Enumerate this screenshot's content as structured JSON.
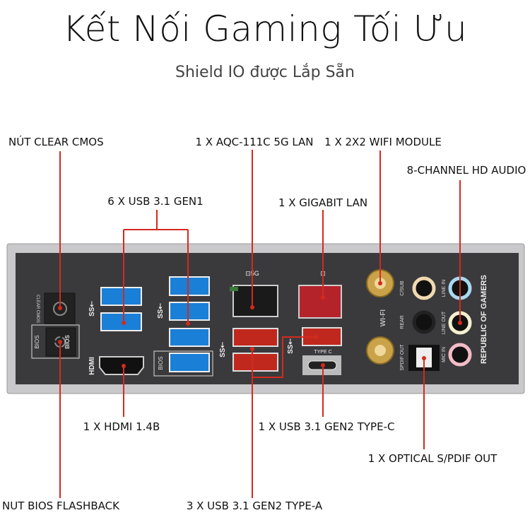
{
  "header": {
    "title": "Kết Nối Gaming Tối Ưu",
    "subtitle": "Shield IO được Lắp Sẵn"
  },
  "callouts": {
    "clear_cmos": "NÚT CLEAR CMOS",
    "aqc_lan": "1 X AQC-111C 5G LAN",
    "wifi": "1 X 2X2 WIFI MODULE",
    "audio": "8-CHANNEL HD AUDIO",
    "usb_gen1": "6 X USB 3.1 GEN1",
    "gigabit_lan": "1 X GIGABIT LAN",
    "hdmi": "1 X HDMI 1.4B",
    "type_c": "1 X USB 3.1 GEN2 TYPE-C",
    "optical": "1 X OPTICAL S/PDIF OUT",
    "bios_flashback": "NUT BIOS FLASHBACK",
    "usb_gen2_a": "3 X USB 3.1 GEN2 TYPE-A"
  },
  "panel_labels": {
    "clear_cmos": "CLEAR CMOS",
    "bios": "BIOS",
    "hdmi": "HDMI",
    "type_c": "TYPE C",
    "wifi": "WI-FI",
    "c_sub": "C/SUB",
    "rear": "REAR",
    "spdif": "SPDIF OUT",
    "line_in": "LINE IN",
    "line_out": "LINE OUT",
    "mic_in": "MIC IN",
    "brand": "REPUBLIC OF GAMERS"
  },
  "colors": {
    "callout_line": "#d42a1e",
    "panel": "#3a3a3c",
    "usb_gen1": "#1a7fd6",
    "usb_gen2": "#c0281e"
  }
}
